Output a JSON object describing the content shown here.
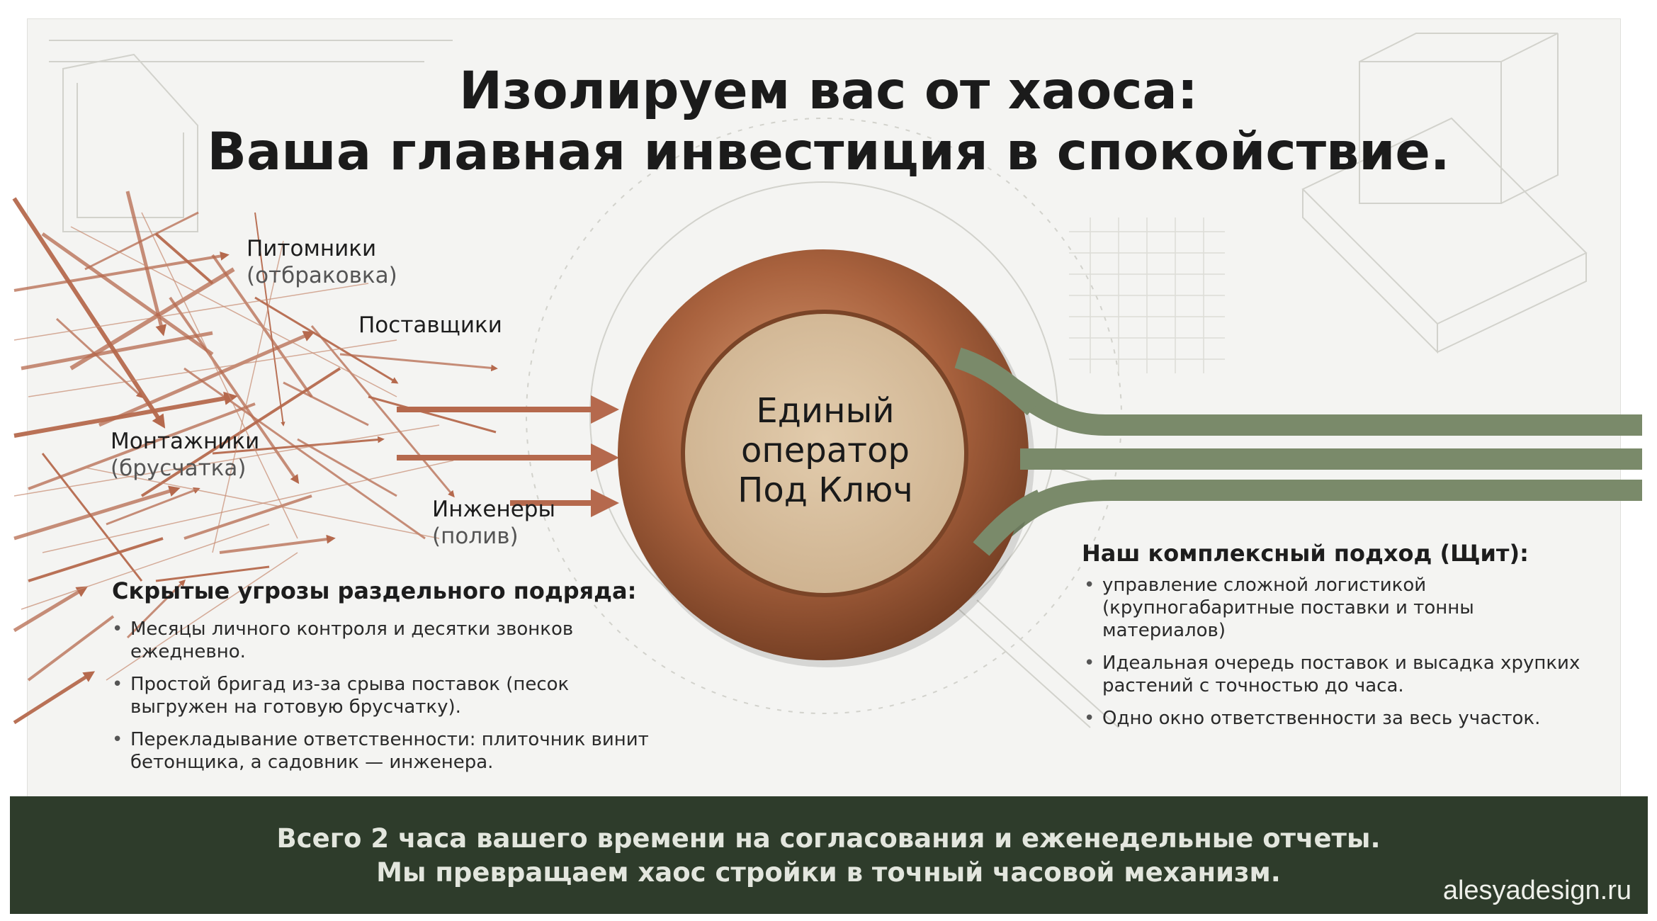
{
  "title": {
    "line1": "Изолируем вас от хаоса:",
    "line2": "Ваша главная инвестиция в спокойствие."
  },
  "chaos_labels": [
    {
      "name": "Питомники",
      "sub": "(отбраковка)"
    },
    {
      "name": "Поставщики",
      "sub": ""
    },
    {
      "name": "Монтажники",
      "sub": "(брусчатка)"
    },
    {
      "name": "Инженеры",
      "sub": "(полив)"
    }
  ],
  "center": {
    "line1": "Единый",
    "line2": "оператор",
    "line3": "Под Ключ"
  },
  "threats": {
    "title": "Скрытые угрозы раздельного подряда:",
    "items": [
      "Месяцы личного контроля и десятки звонков ежедневно.",
      "Простой бригад из-за срыва поставок (песок выгружен на готовую брусчатку).",
      "Перекладывание ответственности: плиточник винит бетонщика, а садовник — инженера."
    ]
  },
  "approach": {
    "title": "Наш комплексный подход (Щит):",
    "items": [
      "управление сложной логистикой (крупногабаритные поставки и тонны материалов)",
      "Идеальная очередь поставок и высадка хрупких растений с точностью до часа.",
      "Одно окно ответственности за весь участок."
    ]
  },
  "banner": {
    "line1": "Всего 2 часа вашего времени на согласования и еженедельные отчеты.",
    "line2": "Мы превращаем хаос стройки в точный часовой механизм."
  },
  "watermark": "alesyadesign.ru",
  "colors": {
    "arrow": "#b5694d",
    "ring_outer": "#8a4f30",
    "ring_inner": "#d8c0a0",
    "green": "#7a8a6a",
    "banner": "#2e3c2b"
  }
}
